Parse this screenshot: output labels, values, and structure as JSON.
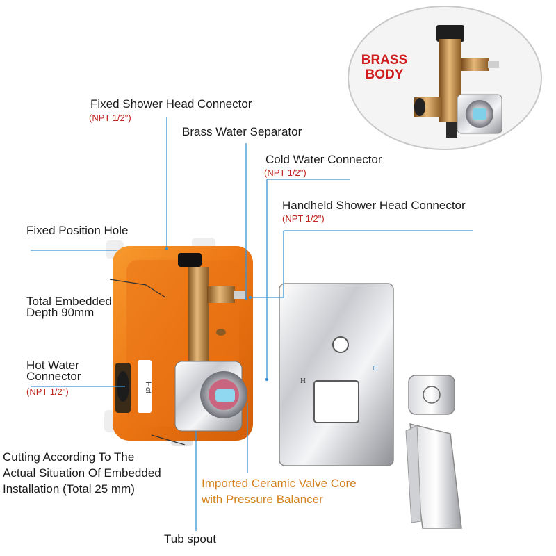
{
  "labels": {
    "fixed_shower": "Fixed Shower Head Connector",
    "fixed_shower_spec": "(NPT 1/2\")",
    "brass_separator": "Brass Water Separator",
    "cold_water": "Cold Water Connector",
    "cold_water_spec": "(NPT 1/2\")",
    "handheld": "Handheld Shower Head Connector",
    "handheld_spec": "(NPT 1/2\")",
    "fixed_hole": "Fixed Position Hole",
    "embedded_depth_1": "Total Embedded",
    "embedded_depth_2": "Depth 90mm",
    "hot_water_1": "Hot Water",
    "hot_water_2": "Connector",
    "hot_water_spec": "(NPT 1/2\")",
    "cutting_1": "Cutting According To The",
    "cutting_2": "Actual Situation Of Embedded",
    "cutting_3": "Installation (Total 25 mm)",
    "ceramic_1": "Imported Ceramic Valve Core",
    "ceramic_2": "with Pressure Balancer",
    "tub_spout": "Tub spout"
  },
  "inset": {
    "line1": "BRASS",
    "line2": "BODY"
  },
  "box_label": "Hot",
  "plate": {
    "hot_mark": "H",
    "cold_mark": "C"
  },
  "colors": {
    "leader": "#3b93d4",
    "spec_red": "#c0221c",
    "accent_orange": "#d4801e",
    "box_orange": "#ef7d18"
  }
}
